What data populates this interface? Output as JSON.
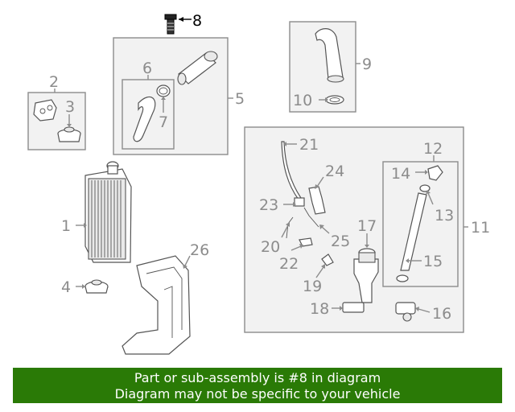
{
  "callouts": {
    "c1": "1",
    "c2": "2",
    "c3": "3",
    "c4": "4",
    "c5": "5",
    "c6": "6",
    "c7": "7",
    "c8": "8",
    "c9": "9",
    "c10": "10",
    "c11": "11",
    "c12": "12",
    "c13": "13",
    "c14": "14",
    "c15": "15",
    "c16": "16",
    "c17": "17",
    "c18": "18",
    "c19": "19",
    "c20": "20",
    "c21": "21",
    "c22": "22",
    "c23": "23",
    "c24": "24",
    "c25": "25",
    "c26": "26"
  },
  "highlighted_part": "8",
  "colors": {
    "banner": "#2a7a06",
    "callout": "#8c8c8c",
    "highlight": "#000000",
    "box_fill": "#f2f2f2"
  },
  "banner": {
    "line1": "Part or sub-assembly is #8 in diagram",
    "line2": "Diagram may not be specific to your vehicle"
  }
}
